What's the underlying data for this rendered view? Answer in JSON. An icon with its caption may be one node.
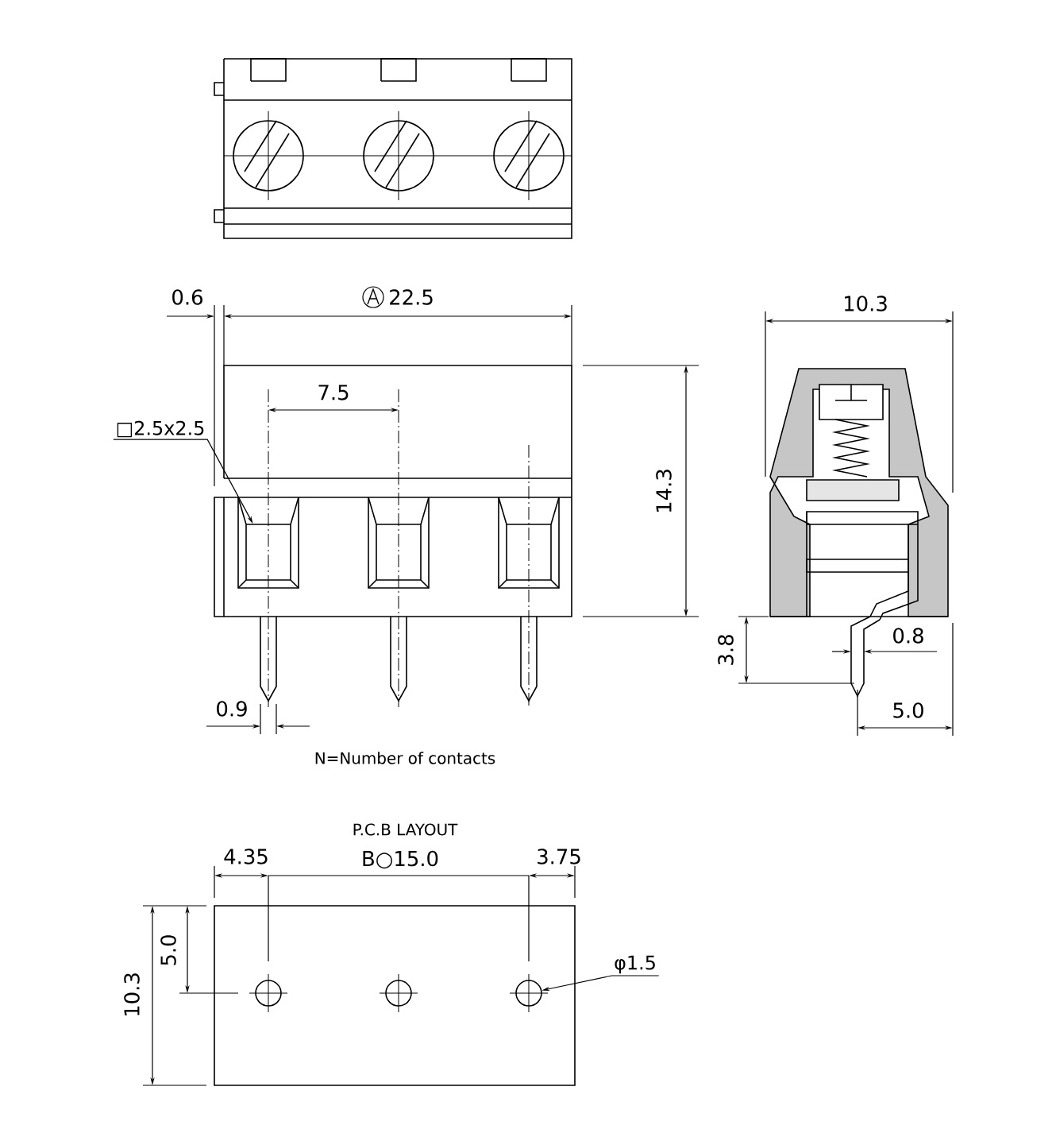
{
  "diagram": {
    "nodes": [
      {
        "text": [
          "□2.5x2.5"
        ]
      },
      {
        "text": [],
        "shape": "box"
      },
      {
        "text": [
          "φ1.5"
        ]
      },
      {
        "text": [],
        "shape": "circle"
      }
    ],
    "edges": [
      {
        "from": 0,
        "to": 1,
        "arrow": "to"
      },
      {
        "from": 2,
        "to": 3,
        "arrow": "to"
      }
    ],
    "labels": [
      "0.6",
      "22.5",
      "7.5",
      "10.3",
      "14.3",
      "3.8",
      "0.8",
      "0.9",
      "5.0",
      "N=Number of contacts",
      "P.C.B LAYOUT",
      "4.35",
      "B○15.0",
      "3.75",
      "10.3",
      "5.0"
    ]
  }
}
